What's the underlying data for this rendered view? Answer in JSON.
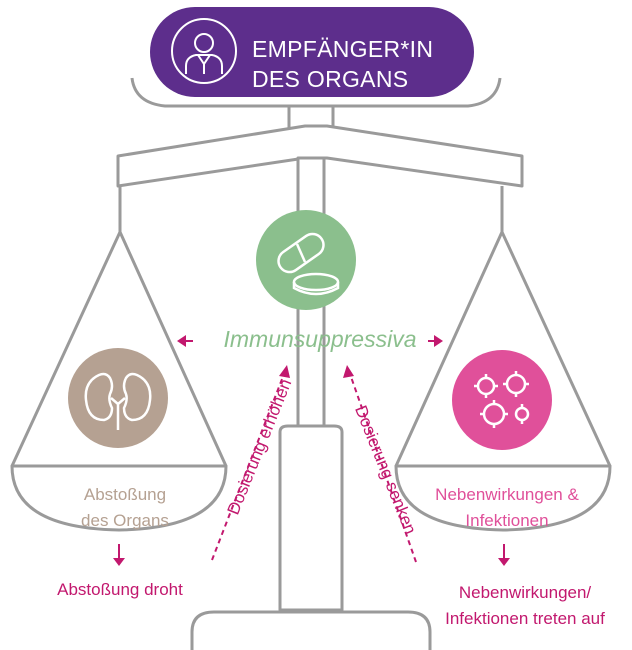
{
  "header": {
    "line1": "EMPFÄNGER*IN",
    "line2": "DES ORGANS",
    "icon": "person-icon"
  },
  "center": {
    "drug_label": "Immunsuppressiva",
    "icon": "pill-capsule-icon"
  },
  "left_pan": {
    "line1": "Abstoßung",
    "line2": "des Organs",
    "icon": "kidney-icon"
  },
  "right_pan": {
    "line1": "Nebenwirkungen &",
    "line2": "Infektionen",
    "icon": "virus-icon"
  },
  "dosage": {
    "increase": "Dosierung erhöhen",
    "decrease": "Dosierung senken"
  },
  "outcomes": {
    "left": "Abstoßung droht",
    "right_line1": "Nebenwirkungen/",
    "right_line2": "Infektionen treten auf"
  },
  "colors": {
    "purple": "#5d2e8c",
    "green": "#8bbf8d",
    "taupe": "#b5a192",
    "pink": "#e0509a",
    "magenta": "#c2186e",
    "scale_gray": "#9a9a9a"
  }
}
